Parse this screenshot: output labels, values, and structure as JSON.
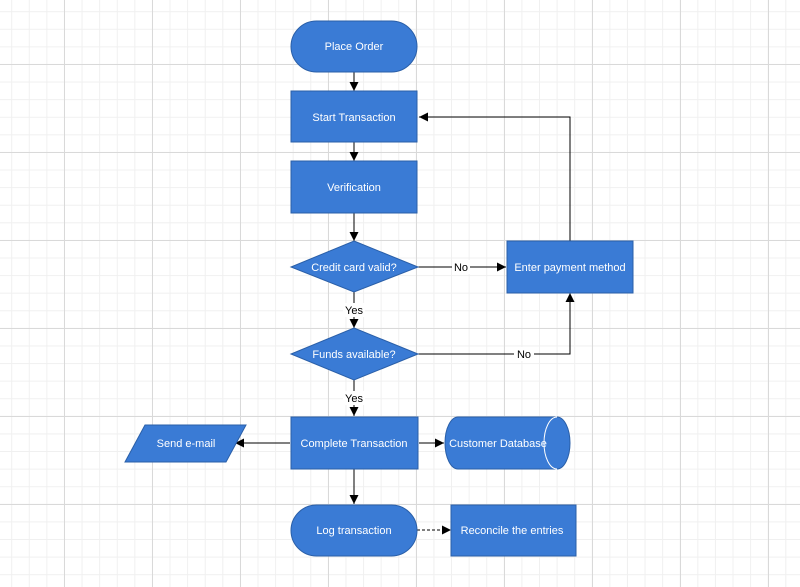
{
  "colors": {
    "node_fill": "#3a7bd5",
    "node_stroke": "#2a5fa8",
    "node_text": "#ffffff",
    "connector": "#000000"
  },
  "nodes": {
    "place_order": "Place Order",
    "start_transaction": "Start Transaction",
    "verification": "Verification",
    "credit_card_valid": "Credit card valid?",
    "enter_payment_method": "Enter payment method",
    "funds_available": "Funds available?",
    "complete_transaction": "Complete Transaction",
    "send_email": "Send e-mail",
    "customer_database": "Customer Database",
    "log_transaction": "Log transaction",
    "reconcile_entries": "Reconcile the entries"
  },
  "edge_labels": {
    "card_no": "No",
    "card_yes": "Yes",
    "funds_no": "No",
    "funds_yes": "Yes"
  }
}
